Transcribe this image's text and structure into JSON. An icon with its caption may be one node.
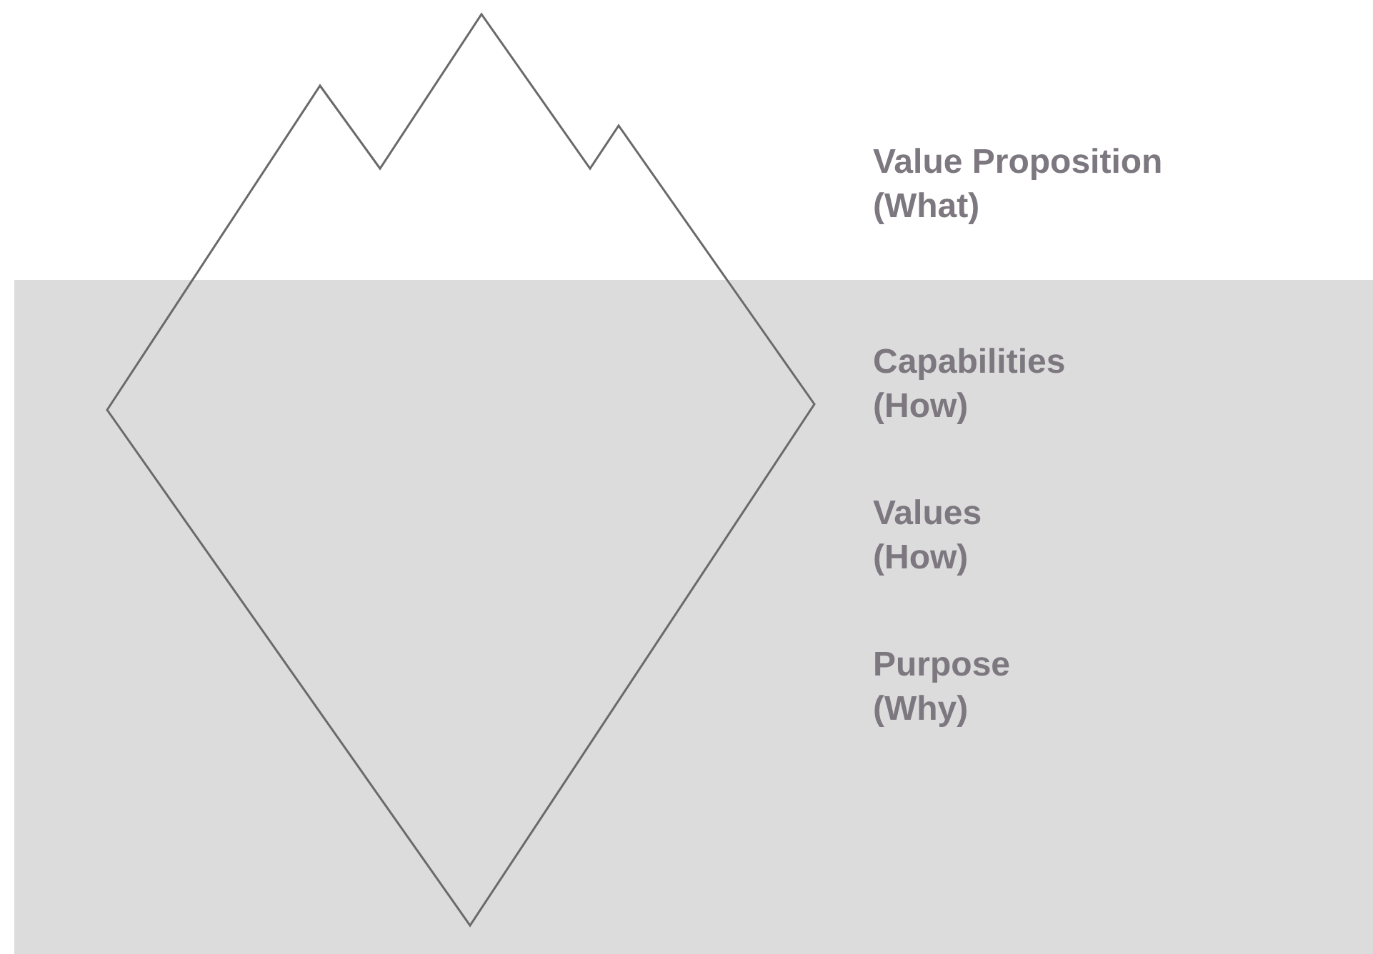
{
  "diagram": {
    "labels": [
      "Value Proposition (What)",
      "Capabilities (How)",
      "Values (How)",
      "Purpose (Why)"
    ]
  }
}
